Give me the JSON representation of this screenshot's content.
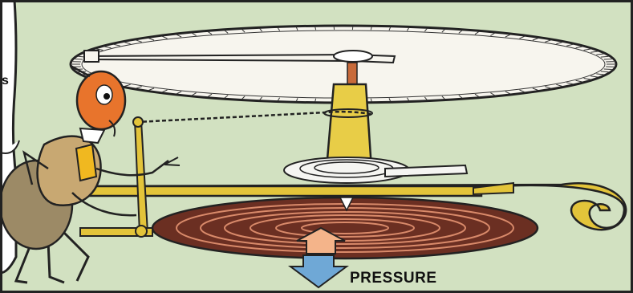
{
  "caption": {
    "label": "PRESSURE"
  },
  "colors": {
    "background": "#d2e1c1",
    "dial_face": "#f7f5ee",
    "brass_lever": "#e3c43a",
    "diaphragm": "#6b2f22",
    "arrow_up": "#f4b48a",
    "arrow_down": "#6fa8d6",
    "insect_head": "#e8742c",
    "insect_body": "#c8a872"
  },
  "icons": {
    "gauge_illustration": "pressure-gauge-illustration",
    "pressure_arrow": "down-arrow-icon",
    "insect_character": "cartoon-insect"
  }
}
